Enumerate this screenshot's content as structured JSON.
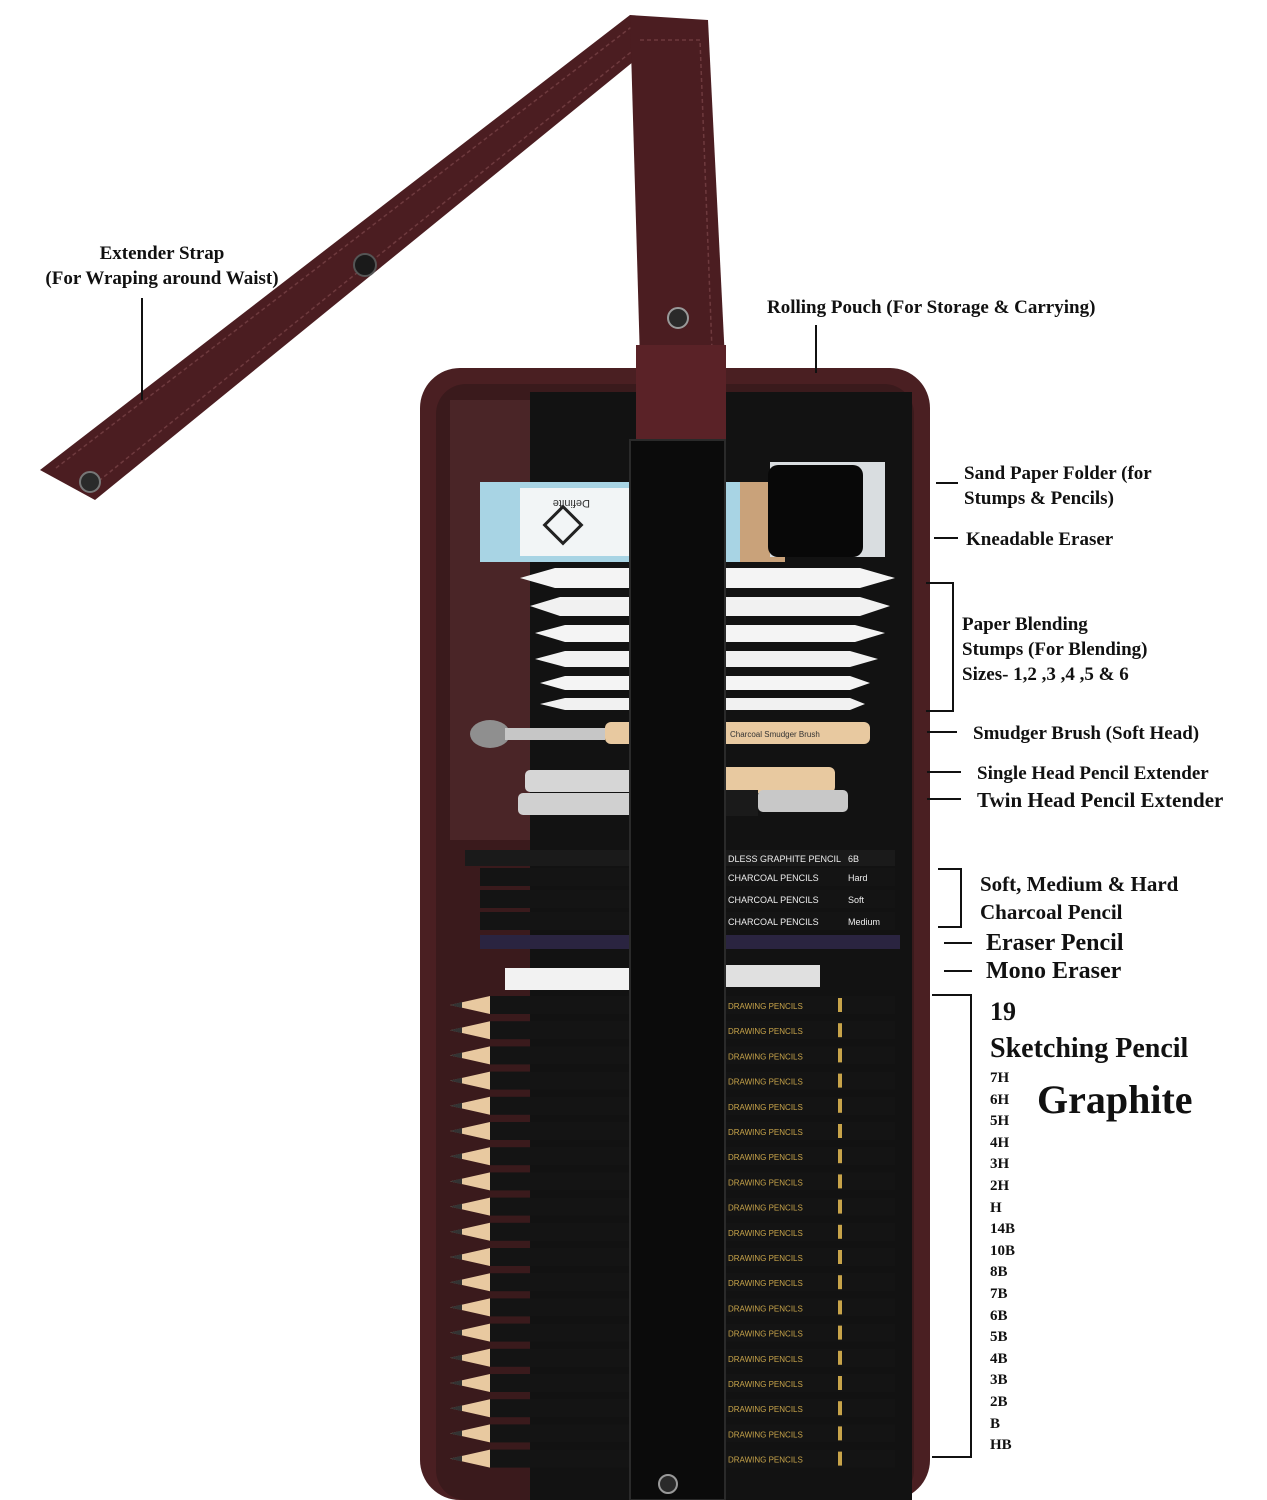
{
  "labels": {
    "extender_strap_line1": "Extender Strap",
    "extender_strap_line2": "(For Wraping around Waist)",
    "rolling_pouch": "Rolling Pouch (For Storage & Carrying)",
    "sand_paper_line1": "Sand Paper Folder (for",
    "sand_paper_line2": "Stumps & Pencils)",
    "kneadable_eraser": "Kneadable Eraser",
    "blending_line1": "Paper Blending",
    "blending_line2": "Stumps (For Blending)",
    "blending_line3": "Sizes- 1,2 ,3 ,4 ,5 & 6",
    "smudger_brush": "Smudger Brush (Soft Head)",
    "single_extender": "Single Head Pencil Extender",
    "twin_extender": "Twin Head Pencil Extender",
    "charcoal_line1": "Soft, Medium & Hard",
    "charcoal_line2": "Charcoal Pencil",
    "eraser_pencil": "Eraser Pencil",
    "mono_eraser": "Mono Eraser",
    "sketch_count": "19",
    "sketch_title": "Sketching Pencil",
    "graphite": "Graphite"
  },
  "graphite_grades": [
    "7H",
    "6H",
    "5H",
    "4H",
    "3H",
    "2H",
    "H",
    "14B",
    "10B",
    "8B",
    "7B",
    "6B",
    "5B",
    "4B",
    "3B",
    "2B",
    "B",
    "HB"
  ],
  "product_text": {
    "eraser_brand": "Definite",
    "brush_text": "Charcoal Smudger Brush",
    "woodless": "DLESS GRAPHITE PENCIL",
    "woodless_grade": "6B",
    "charcoal_text": "CHARCOAL PENCILS",
    "charcoal_grades": [
      "Hard",
      "Soft",
      "Medium"
    ],
    "drawing_text": "DRAWING PENCILS"
  },
  "colors": {
    "pouch_border": "#4a1f22",
    "pouch_lining": "#3a1a1c",
    "pouch_inner": "#121212",
    "strap": "#4b1d21",
    "elastic": "#0b0b0b",
    "eraser_blue": "#a8d4e4",
    "stump_white": "#f4f4f4",
    "wood": "#e8c9a0",
    "pencil_black": "#141414",
    "gold": "#c8a44a"
  }
}
